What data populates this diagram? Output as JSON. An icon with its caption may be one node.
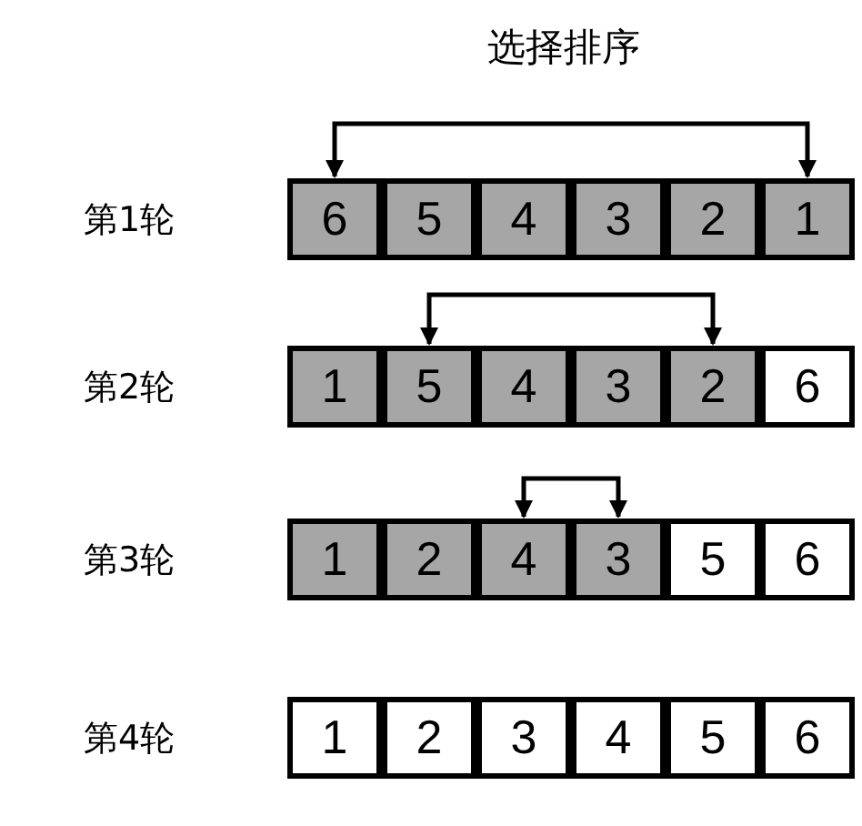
{
  "diagram": {
    "title": "选择排序",
    "nodes": [
      {
        "text": [
          "6"
        ]
      },
      {
        "text": [
          "5"
        ]
      },
      {
        "text": [
          "4"
        ]
      },
      {
        "text": [
          "3"
        ]
      },
      {
        "text": [
          "2"
        ]
      },
      {
        "text": [
          "1"
        ]
      },
      {
        "text": [
          "1"
        ]
      },
      {
        "text": [
          "5"
        ]
      },
      {
        "text": [
          "4"
        ]
      },
      {
        "text": [
          "3"
        ]
      },
      {
        "text": [
          "2"
        ]
      },
      {
        "text": [
          "6"
        ]
      },
      {
        "text": [
          "1"
        ]
      },
      {
        "text": [
          "2"
        ]
      },
      {
        "text": [
          "4"
        ]
      },
      {
        "text": [
          "3"
        ]
      },
      {
        "text": [
          "5"
        ]
      },
      {
        "text": [
          "6"
        ]
      },
      {
        "text": [
          "1"
        ]
      },
      {
        "text": [
          "2"
        ]
      },
      {
        "text": [
          "3"
        ]
      },
      {
        "text": [
          "4"
        ]
      },
      {
        "text": [
          "5"
        ]
      },
      {
        "text": [
          "6"
        ]
      }
    ],
    "edges": [
      {
        "from": 0,
        "to": 5,
        "arrow": "both"
      },
      {
        "from": 7,
        "to": 10,
        "arrow": "both"
      },
      {
        "from": 14,
        "to": 15,
        "arrow": "both"
      }
    ],
    "labels": [
      "第1轮",
      "第2轮",
      "第3轮",
      "第4轮"
    ]
  }
}
